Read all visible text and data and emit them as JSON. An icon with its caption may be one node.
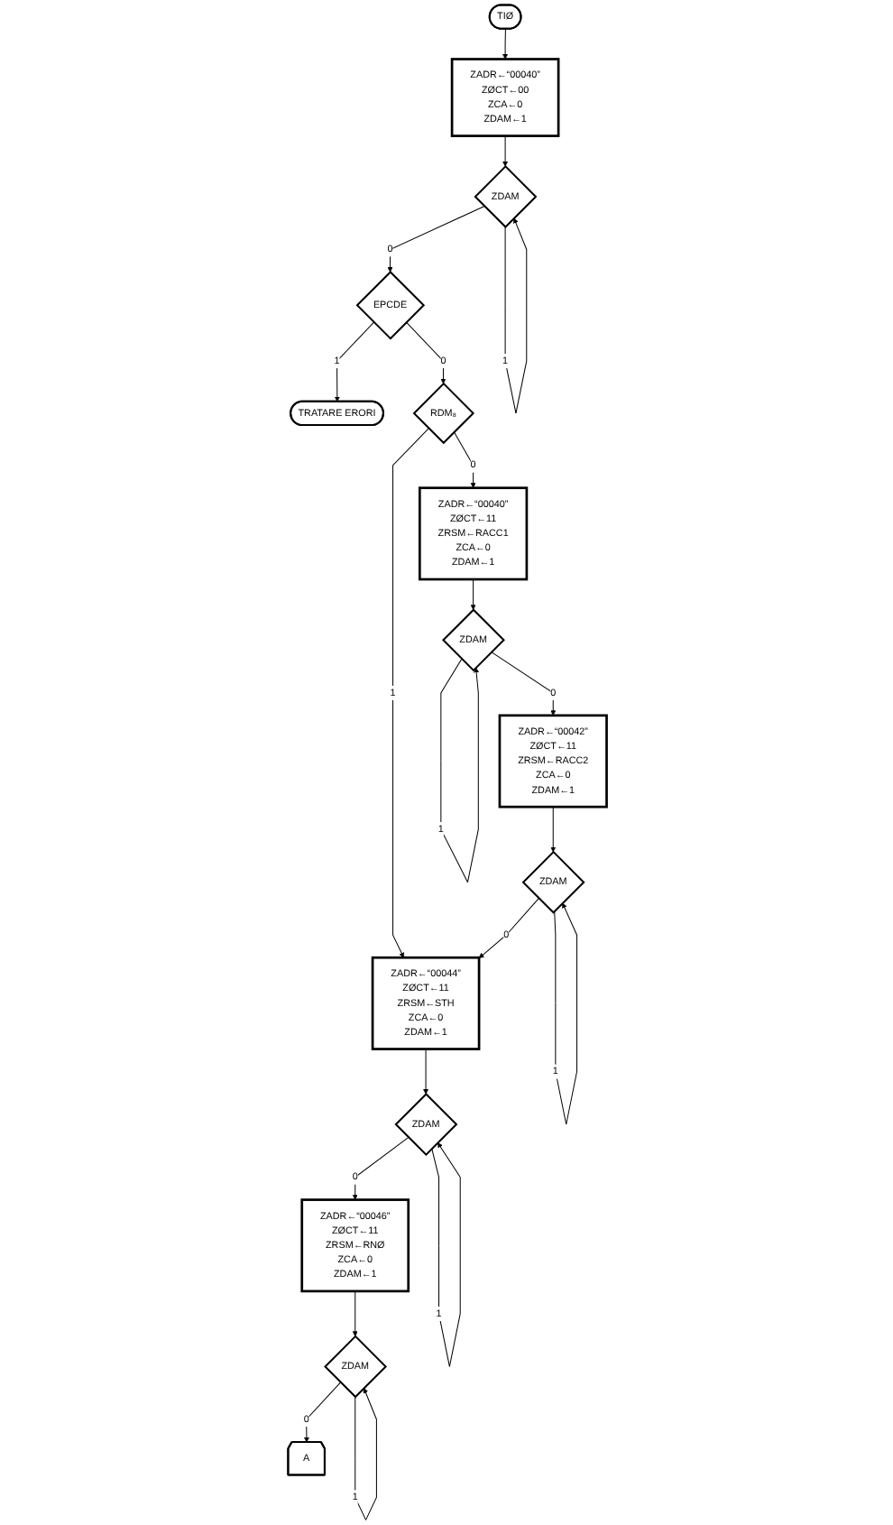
{
  "diagram": {
    "nodes": [
      {
        "text": [
          "TIØ"
        ]
      },
      {
        "text": [
          "ZADR←“00040”",
          "ZØCT←00",
          "ZCA←0",
          "ZDAM←1"
        ]
      },
      {
        "text": [
          "ZDAM"
        ]
      },
      {
        "text": [
          "EPCDE"
        ]
      },
      {
        "text": [
          "TRATARE ERORI"
        ]
      },
      {
        "text": [
          "RDM₈"
        ]
      },
      {
        "text": [
          "ZADR←“00040”",
          "ZØCT←11",
          "ZRSM←RACC1",
          "ZCA←0",
          "ZDAM←1"
        ]
      },
      {
        "text": [
          "ZDAM"
        ]
      },
      {
        "text": [
          "ZADR←“00042”",
          "ZØCT←11",
          "ZRSM←RACC2",
          "ZCA←0",
          "ZDAM←1"
        ]
      },
      {
        "text": [
          "ZDAM"
        ]
      },
      {
        "text": [
          "ZADR←“00044”",
          "ZØCT←11",
          "ZRSM←STH",
          "ZCA←0",
          "ZDAM←1"
        ]
      },
      {
        "text": [
          "ZDAM"
        ]
      },
      {
        "text": [
          "ZADR←“00046”",
          "ZØCT←11",
          "ZRSM←RNØ",
          "ZCA←0",
          "ZDAM←1"
        ]
      },
      {
        "text": [
          "ZDAM"
        ]
      },
      {
        "text": [
          "A"
        ]
      }
    ],
    "edges": [
      {
        "from": 0,
        "to": 1,
        "arrow": "to"
      },
      {
        "from": 1,
        "to": 2,
        "arrow": "to"
      },
      {
        "from": 2,
        "to": 2,
        "label": "1",
        "arrow": "to"
      },
      {
        "from": 2,
        "to": 3,
        "label": "0",
        "arrow": "to"
      },
      {
        "from": 3,
        "to": 4,
        "label": "1",
        "arrow": "to"
      },
      {
        "from": 3,
        "to": 5,
        "label": "0",
        "arrow": "to"
      },
      {
        "from": 5,
        "to": 10,
        "label": "1",
        "arrow": "to"
      },
      {
        "from": 5,
        "to": 6,
        "label": "0",
        "arrow": "to"
      },
      {
        "from": 6,
        "to": 7,
        "arrow": "to"
      },
      {
        "from": 7,
        "to": 7,
        "label": "1",
        "arrow": "to"
      },
      {
        "from": 7,
        "to": 8,
        "label": "0",
        "arrow": "to"
      },
      {
        "from": 8,
        "to": 9,
        "arrow": "to"
      },
      {
        "from": 9,
        "to": 9,
        "label": "1",
        "arrow": "to"
      },
      {
        "from": 9,
        "to": 10,
        "label": "0",
        "arrow": "to"
      },
      {
        "from": 10,
        "to": 11,
        "arrow": "to"
      },
      {
        "from": 11,
        "to": 11,
        "label": "1",
        "arrow": "to"
      },
      {
        "from": 11,
        "to": 12,
        "label": "0",
        "arrow": "to"
      },
      {
        "from": 12,
        "to": 13,
        "arrow": "to"
      },
      {
        "from": 13,
        "to": 13,
        "label": "1",
        "arrow": "to"
      },
      {
        "from": 13,
        "to": 14,
        "label": "0",
        "arrow": "to"
      }
    ]
  }
}
